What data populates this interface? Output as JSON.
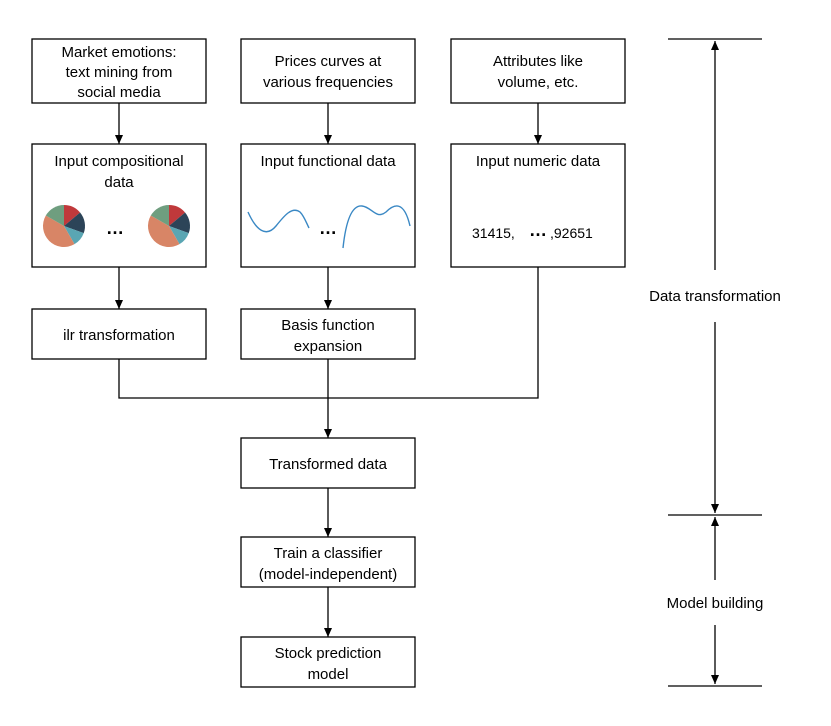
{
  "boxes": {
    "market_emotions": [
      "Market emotions:",
      "text mining from",
      "social media"
    ],
    "prices_curves": [
      "Prices curves at",
      "various frequencies"
    ],
    "attributes": [
      "Attributes like",
      "volume, etc."
    ],
    "input_compositional": [
      "Input compositional",
      "data"
    ],
    "input_functional": [
      "Input functional data"
    ],
    "input_numeric": [
      "Input numeric data"
    ],
    "ilr_transformation": [
      "ilr transformation"
    ],
    "basis_function": [
      "Basis function",
      "expansion"
    ],
    "transformed_data": [
      "Transformed data"
    ],
    "train_classifier": [
      "Train a classifier",
      "(model-independent)"
    ],
    "stock_prediction": [
      "Stock prediction",
      "model"
    ]
  },
  "ellipsis": "…",
  "numeric_example": {
    "first": "31415,",
    "last": ",92651"
  },
  "side_labels": {
    "data_transformation": "Data transformation",
    "model_building": "Model building"
  },
  "pie_colors": [
    "#c0393b",
    "#2c4458",
    "#5aa6b3",
    "#d88566",
    "#6f9e7f"
  ]
}
